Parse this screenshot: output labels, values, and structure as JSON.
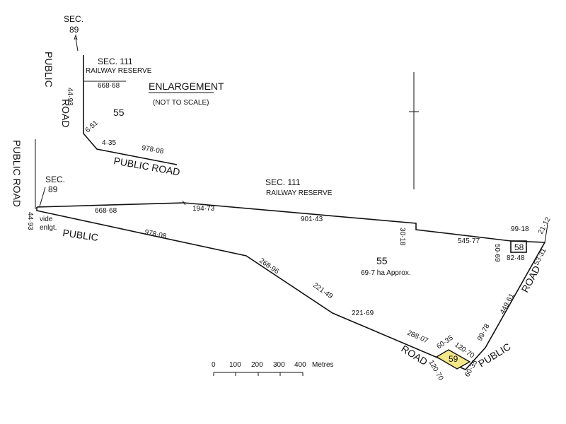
{
  "enlargement": {
    "title": "ENLARGEMENT",
    "note": "(NOT TO SCALE)",
    "sec89": [
      "SEC.",
      "89"
    ],
    "sec111": "SEC. 111",
    "railway_reserve": "RAILWAY RESERVE",
    "public_road_v": [
      "PUBLIC",
      "ROAD"
    ],
    "public_road_h": "PUBLIC ROAD",
    "dims": {
      "top": "668·68",
      "left": "44·93",
      "corner_a": "6·51",
      "corner_b": "4·35",
      "bottom": "978·08"
    },
    "lot": "55"
  },
  "main": {
    "sec111": "SEC. 111",
    "railway_reserve": "RAILWAY RESERVE",
    "sec89": [
      "SEC.",
      "89"
    ],
    "public_road_v": "PUBLIC ROAD",
    "public_label": "PUBLIC",
    "road_label_right": "ROAD",
    "public_label_right": "PUBLIC",
    "road_label_bottom": "ROAD",
    "vide": [
      "vide",
      "enlgt."
    ],
    "left_dim": "44·93",
    "top_dims": [
      "668·68",
      "194·73",
      "901·43",
      "545·77"
    ],
    "notch_dim": "30·18",
    "bottom_dims": [
      "978·08",
      "268·96",
      "221·49",
      "221·69",
      "288·07"
    ],
    "right_dim": "449·61",
    "lot55": {
      "number": "55",
      "area": "69·7 ha Approx."
    },
    "lot58": {
      "number": "58",
      "dims": [
        "99·18",
        "50·69",
        "82·48",
        "21·12",
        "53·31"
      ]
    },
    "lot59": {
      "number": "59",
      "dims": [
        "60·35",
        "120·70",
        "99·78",
        "120·70",
        "60·35"
      ],
      "fill": "#f5e88a"
    }
  },
  "scale": {
    "ticks": [
      "0",
      "100",
      "200",
      "300",
      "400"
    ],
    "unit": "Metres"
  }
}
